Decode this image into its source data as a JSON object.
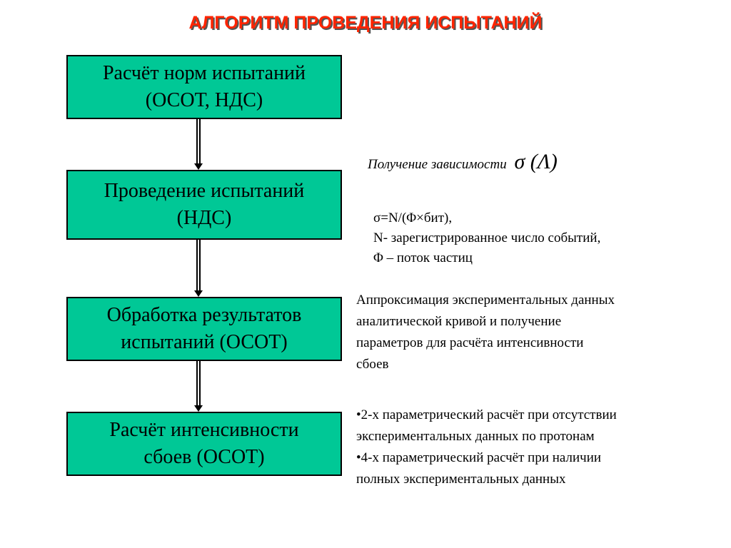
{
  "title": "АЛГОРИТМ ПРОВЕДЕНИЯ ИСПЫТАНИЙ",
  "steps": [
    {
      "label": "Расчёт норм испытаний\n(ОСОТ, НДС)"
    },
    {
      "label": "Проведение испытаний\n(НДС)"
    },
    {
      "label": "Обработка результатов\nиспытаний (ОСОТ)"
    },
    {
      "label": "Расчёт интенсивности\nсбоев (ОСОТ)"
    }
  ],
  "dependency": {
    "text": "Получение зависимости",
    "symbol": "σ (Λ)"
  },
  "formula": {
    "line1": "σ=N/(Φ×бит),",
    "line2": "N- зарегистрированное число событий,",
    "line3": "Φ – поток частиц"
  },
  "approximation": {
    "lines": [
      "Аппроксимация экспериментальных данных",
      "аналитической кривой и получение",
      "параметров для расчёта интенсивности",
      "сбоев"
    ]
  },
  "bullets": {
    "lines": [
      "•2-х параметрический расчёт при отсутствии",
      "экспериментальных данных по протонам",
      "•4-х параметрический расчёт при наличии",
      "полных экспериментальных данных"
    ]
  },
  "colors": {
    "box_fill": "#00c896",
    "title": "#ff2400"
  }
}
